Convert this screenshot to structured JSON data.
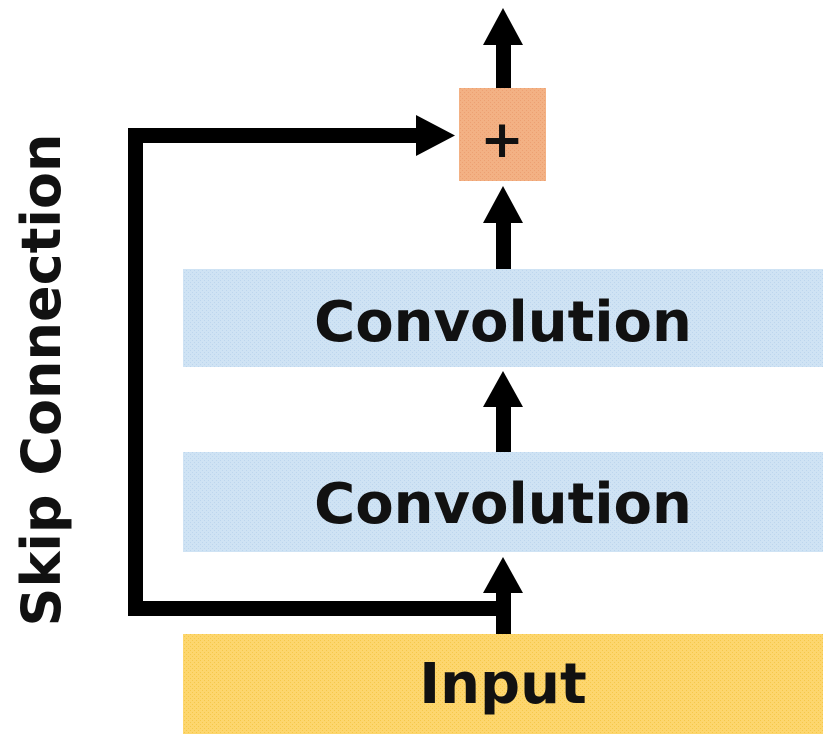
{
  "diagram": {
    "side_label": "Skip Connection",
    "add_symbol": "+",
    "blocks": {
      "conv_top": "Convolution",
      "conv_bottom": "Convolution",
      "input": "Input"
    }
  },
  "colors": {
    "convolution_fill": "#cfe3f4",
    "input_fill": "#fdd66e",
    "add_fill": "#f3b184",
    "arrow": "#000000"
  }
}
